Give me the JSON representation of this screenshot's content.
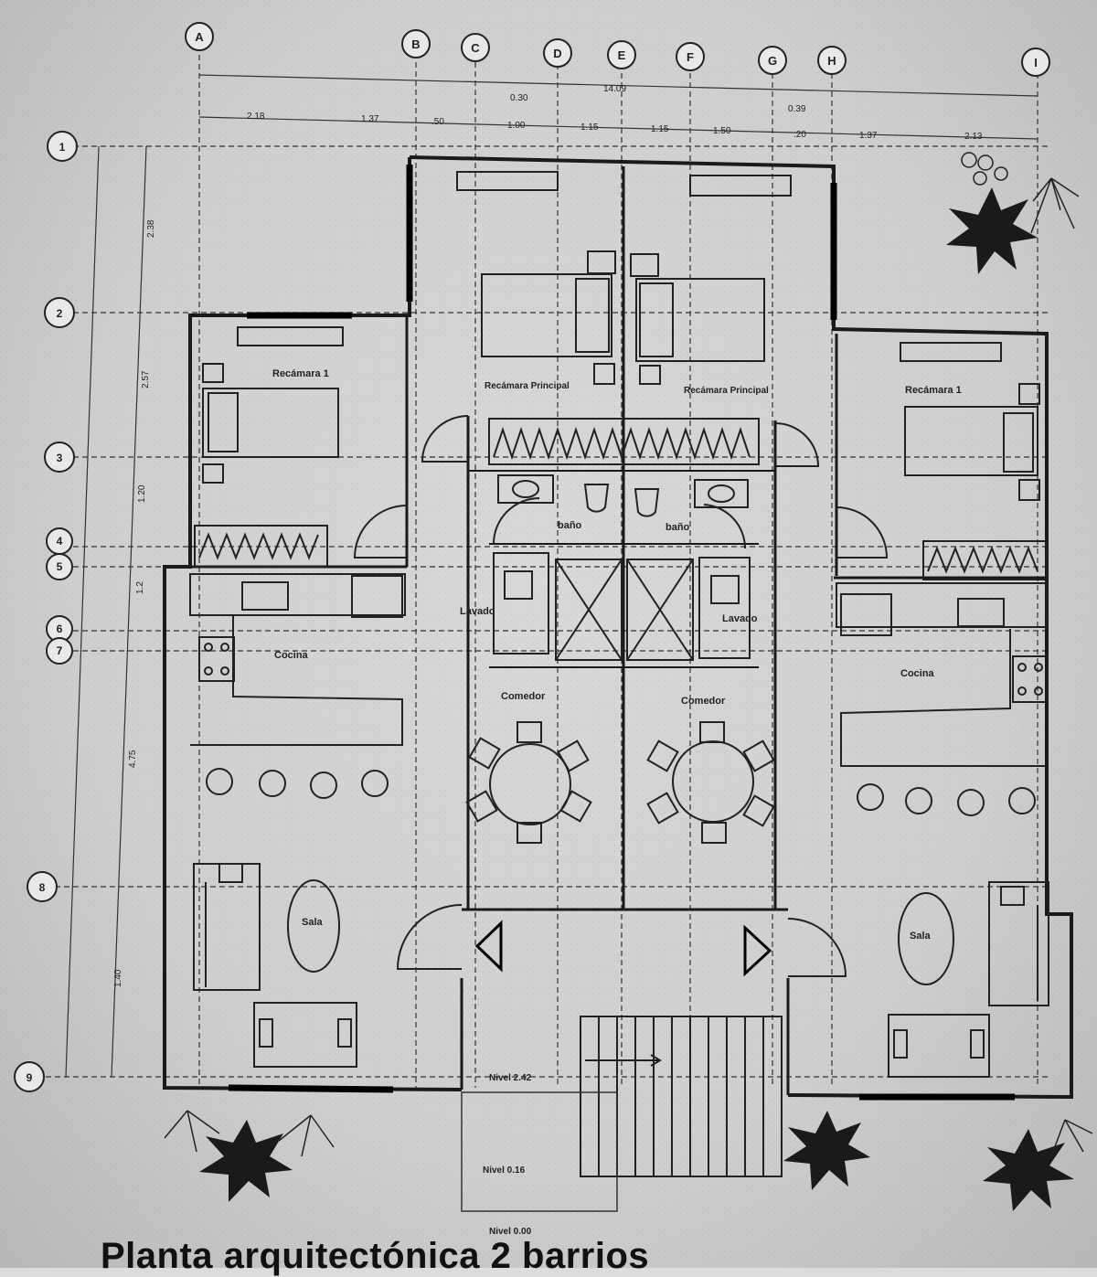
{
  "grid": {
    "columns": [
      "A",
      "B",
      "C",
      "D",
      "E",
      "F",
      "G",
      "H",
      "I"
    ],
    "rows": [
      "1",
      "2",
      "3",
      "4",
      "5",
      "6",
      "7",
      "8",
      "9"
    ]
  },
  "dimensions": {
    "total": "14.09",
    "top": [
      "2.18",
      "1.37",
      ".50",
      "1.00",
      "1.15",
      "1.15",
      "1.50",
      ".20",
      "1.37",
      "2.13"
    ],
    "offsets": [
      "0.30",
      "0.39"
    ],
    "vertical": [
      "2.38",
      "2.57",
      "1.20",
      "1.2",
      "4.75",
      "1.40"
    ]
  },
  "rooms": {
    "bedroom_left": "Recámara 1",
    "bedroom_right": "Recámara 1",
    "master_left": "Recámara Principal",
    "master_right": "Recámara Principal",
    "bath_left": "baño",
    "bath_right": "baño",
    "laundry_left": "Lavado",
    "laundry_right": "Lavado",
    "kitchen_left": "Cocina",
    "kitchen_right": "Cocina",
    "dining_left": "Comedor",
    "dining_right": "Comedor",
    "living_left": "Sala",
    "living_right": "Sala"
  },
  "levels": {
    "stair": "Nivel 2.42",
    "entry": "Nivel 0.16",
    "sidewalk": "Nivel 0.00"
  },
  "caption": "Planta arquitectónica 2 barrios"
}
